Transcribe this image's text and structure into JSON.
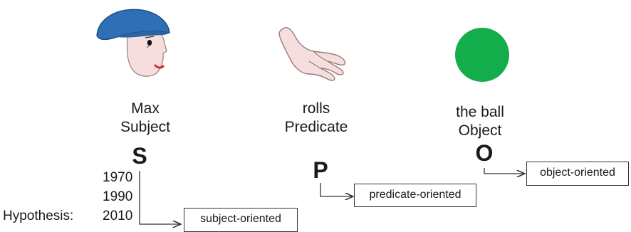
{
  "columns": {
    "subject": {
      "name": "Max",
      "role": "Subject",
      "letter": "S"
    },
    "predicate": {
      "name": "rolls",
      "role": "Predicate",
      "letter": "P"
    },
    "object": {
      "name": "the ball",
      "role": "Object",
      "letter": "O"
    }
  },
  "timeline": {
    "years": [
      "1970",
      "1990",
      "2010"
    ],
    "hypothesis_label": "Hypothesis:"
  },
  "boxes": {
    "subject": "subject-oriented",
    "predicate": "predicate-oriented",
    "object": "object-oriented"
  },
  "icons": {
    "subject": "head-with-cap-icon",
    "predicate": "hand-icon",
    "object": "green-ball-icon"
  },
  "colors": {
    "cap": "#2f6fb5",
    "ball": "#14ad4c",
    "face": "#f7dede",
    "lips": "#d92a2a"
  }
}
